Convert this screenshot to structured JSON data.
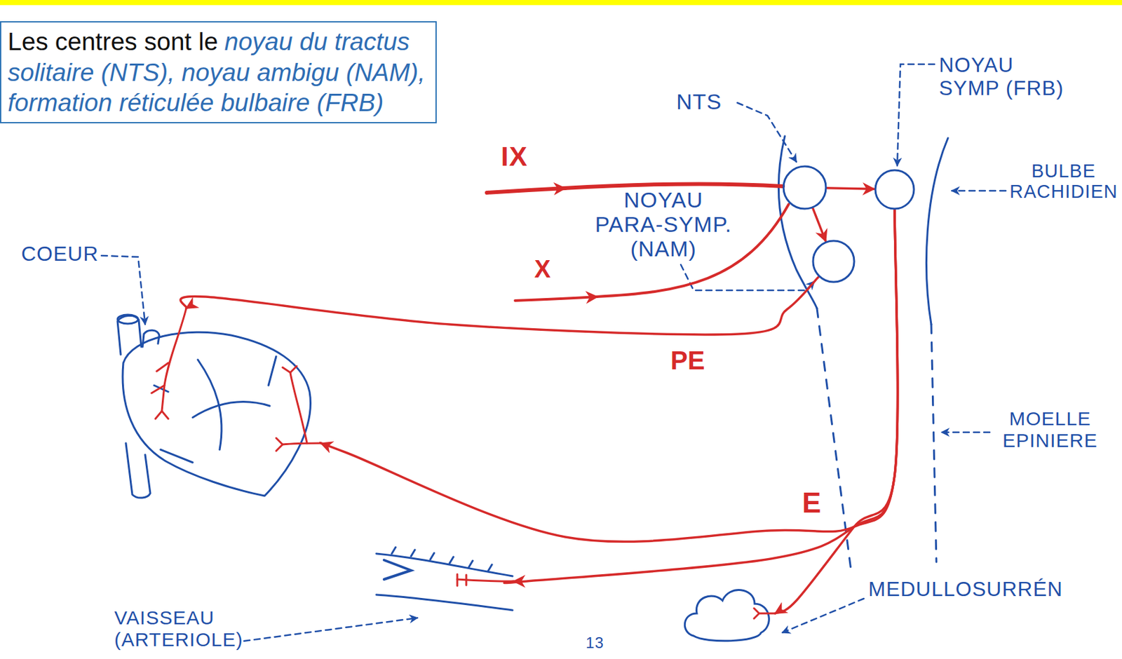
{
  "diagram": {
    "nodes": [
      {
        "text": [
          "Les centres sont le",
          "noyau du tractus solitaire (NTS), noyau ambigu (NAM), formation réticulée bulbaire (FRB)"
        ]
      },
      {
        "text": [
          "NTS"
        ]
      },
      {
        "text": [
          "NOYAU SYMP (FRB)"
        ]
      },
      {
        "text": [
          "NOYAU PARA-SYMP. (NAM)"
        ]
      },
      {
        "text": [
          "COEUR"
        ]
      },
      {
        "text": [
          "VAISSEAU (ARTERIOLE)"
        ]
      },
      {
        "text": [
          "MEDULLOSURRÉN"
        ]
      }
    ],
    "edges": [
      {
        "from": 1,
        "to": 2,
        "arrow": "to"
      },
      {
        "from": 1,
        "to": 3,
        "arrow": "to"
      },
      {
        "from": 3,
        "to": 4,
        "label": "PE",
        "arrow": "to"
      },
      {
        "from": 2,
        "to": 4,
        "label": "E",
        "arrow": "to"
      },
      {
        "from": 2,
        "to": 5,
        "arrow": "to"
      },
      {
        "from": 2,
        "to": 6,
        "arrow": "to"
      }
    ],
    "labels": [
      "IX",
      "X",
      "BULBE RACHIDIEN",
      "MOELLE EPINIERE",
      "13"
    ]
  }
}
